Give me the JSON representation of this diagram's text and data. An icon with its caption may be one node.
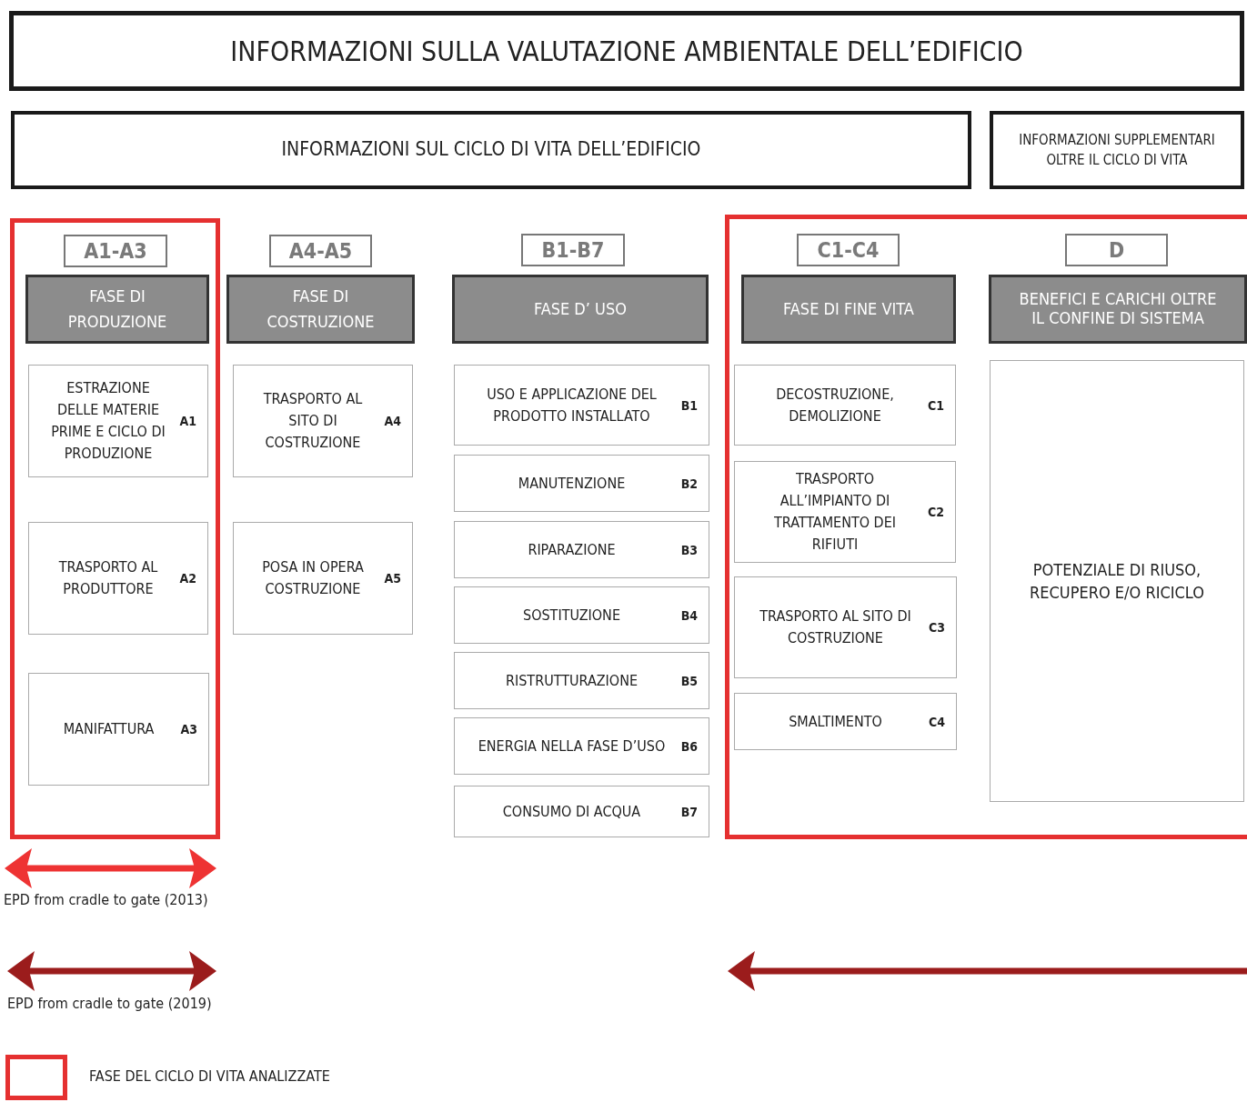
{
  "diagram": {
    "nodes": [
      {
        "text": [
          "INFORMAZIONI SULLA VALUTAZIONE AMBIENTALE DELL’EDIFICIO"
        ]
      },
      {
        "text": [
          "INFORMAZIONI SUL CICLO DI VITA DELL’EDIFICIO"
        ]
      },
      {
        "text": [
          "INFORMAZIONI SUPPLEMENTARI OLTRE IL CICLO DI VITA"
        ]
      },
      {
        "text": [
          "A1-A3"
        ]
      },
      {
        "text": [
          "FASE DI PRODUZIONE"
        ]
      },
      {
        "text": [
          "ESTRAZIONE DELLE MATERIE PRIME E CICLO DI PRODUZIONE",
          "A1"
        ]
      },
      {
        "text": [
          "TRASPORTO AL PRODUTTORE",
          "A2"
        ]
      },
      {
        "text": [
          "MANIFATTURA",
          "A3"
        ]
      },
      {
        "text": [
          "A4-A5"
        ]
      },
      {
        "text": [
          "FASE DI COSTRUZIONE"
        ]
      },
      {
        "text": [
          "TRASPORTO AL SITO DI COSTRUZIONE",
          "A4"
        ]
      },
      {
        "text": [
          "POSA IN OPERA COSTRUZIONE",
          "A5"
        ]
      },
      {
        "text": [
          "B1-B7"
        ]
      },
      {
        "text": [
          "FASE D’ USO"
        ]
      },
      {
        "text": [
          "USO E APPLICAZIONE DEL PRODOTTO INSTALLATO",
          "B1"
        ]
      },
      {
        "text": [
          "MANUTENZIONE",
          "B2"
        ]
      },
      {
        "text": [
          "RIPARAZIONE",
          "B3"
        ]
      },
      {
        "text": [
          "SOSTITUZIONE",
          "B4"
        ]
      },
      {
        "text": [
          "RISTRUTTURAZIONE",
          "B5"
        ]
      },
      {
        "text": [
          "ENERGIA NELLA FASE D’USO",
          "B6"
        ]
      },
      {
        "text": [
          "CONSUMO DI ACQUA",
          "B7"
        ]
      },
      {
        "text": [
          "C1-C4"
        ]
      },
      {
        "text": [
          "FASE DI FINE VITA"
        ]
      },
      {
        "text": [
          "DECOSTRUZIONE, DEMOLIZIONE",
          "C1"
        ]
      },
      {
        "text": [
          "TRASPORTO ALL’IMPIANTO DI TRATTAMENTO DEI RIFIUTI",
          "C2"
        ]
      },
      {
        "text": [
          "TRASPORTO AL SITO DI COSTRUZIONE",
          "C3"
        ]
      },
      {
        "text": [
          "SMALTIMENTO",
          "C4"
        ]
      },
      {
        "text": [
          "D"
        ]
      },
      {
        "text": [
          "BENEFICI E CARICHI OLTRE IL CONFINE DI SISTEMA"
        ]
      },
      {
        "text": [
          "POTENZIALE DI RIUSO, RECUPERO E/O RICICLO"
        ]
      }
    ],
    "labels": [
      "EPD from cradle to gate (2013)",
      "EPD from cradle to gate (2019)"
    ],
    "legend": [
      {
        "text": "FASE DEL CICLO DI VITA ANALIZZATE"
      }
    ]
  }
}
